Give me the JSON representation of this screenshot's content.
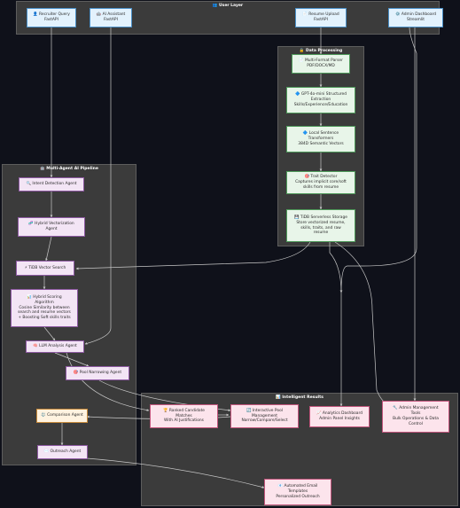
{
  "groups": {
    "user_layer": "👥 User Layer",
    "data_processing": "🔒 Data Processing",
    "pipeline": "🤖 Multi-Agent AI Pipeline",
    "results": "📊 Intelligent Results"
  },
  "nodes": {
    "recruiter_query": "👤 Recruiter Query\nFastAPI",
    "ai_assistant": "🤖 AI Assistant\nFastAPI",
    "resume_upload": "📄 Resume Upload\nFastAPI",
    "admin_dashboard": "⚙️ Admin Dashboard\nStreamlit",
    "multi_format_parser": "📄 Multi-Format Parser\nPDF/DOCX/MD",
    "gpt_extraction": "🔷 GPT-4o-mini Structured\nExtraction\nSkills/Experience/Education",
    "sentence_transformers": "🔷 Local Sentence\nTransformers\n384D Semantic Vectors",
    "trait_detector": "🎯 Trait Detector\nCaptures implicit core/soft\nskills from resume",
    "tidb_storage": "💾 TiDB Serverless Storage\nStore vectorized resume,\nskills, traits, and raw\nresume",
    "intent_detection": "🔍 Intent Detection Agent",
    "hybrid_vectorization": "🧬 Hybrid Vectorization\nAgent",
    "tidb_vector_search": "⚡ TiDB Vector Search",
    "hybrid_scoring": "📊 Hybrid Scoring\nAlgorithm\nCosine Similarity between\nsearch and resume vectors\n+ Boosting Soft skills traits",
    "llm_analysis": "🧠 LLM Analysis Agent",
    "pool_narrowing": "🎯 Pool Narrowing Agent",
    "comparison": "⚖️ Comparison Agent",
    "outreach": "✉️ Outreach Agent",
    "ranked_candidates": "🏆 Ranked Candidate\nMatches\nWith AI Justifications",
    "interactive_pool": "🔄 Interactive Pool\nManagement\nNarrow/Compare/Select",
    "analytics_dashboard": "📈 Analytics Dashboard\nAdmin Panel Insights",
    "admin_tools": "🔧 Admin Management\nTools\nBulk Operations & Data\nControl",
    "automated_email": "📧 Automated Email\nTemplates\nPersonalized Outreach"
  },
  "colors": {
    "background": "#0f111a",
    "group_fill": "#3b3b3b",
    "edge": "#c8c8c8",
    "blue": "#e3f2fd",
    "green": "#e8f5e9",
    "purple": "#f3e5f5",
    "pink": "#fce4ec",
    "amber": "#fff3e0"
  }
}
